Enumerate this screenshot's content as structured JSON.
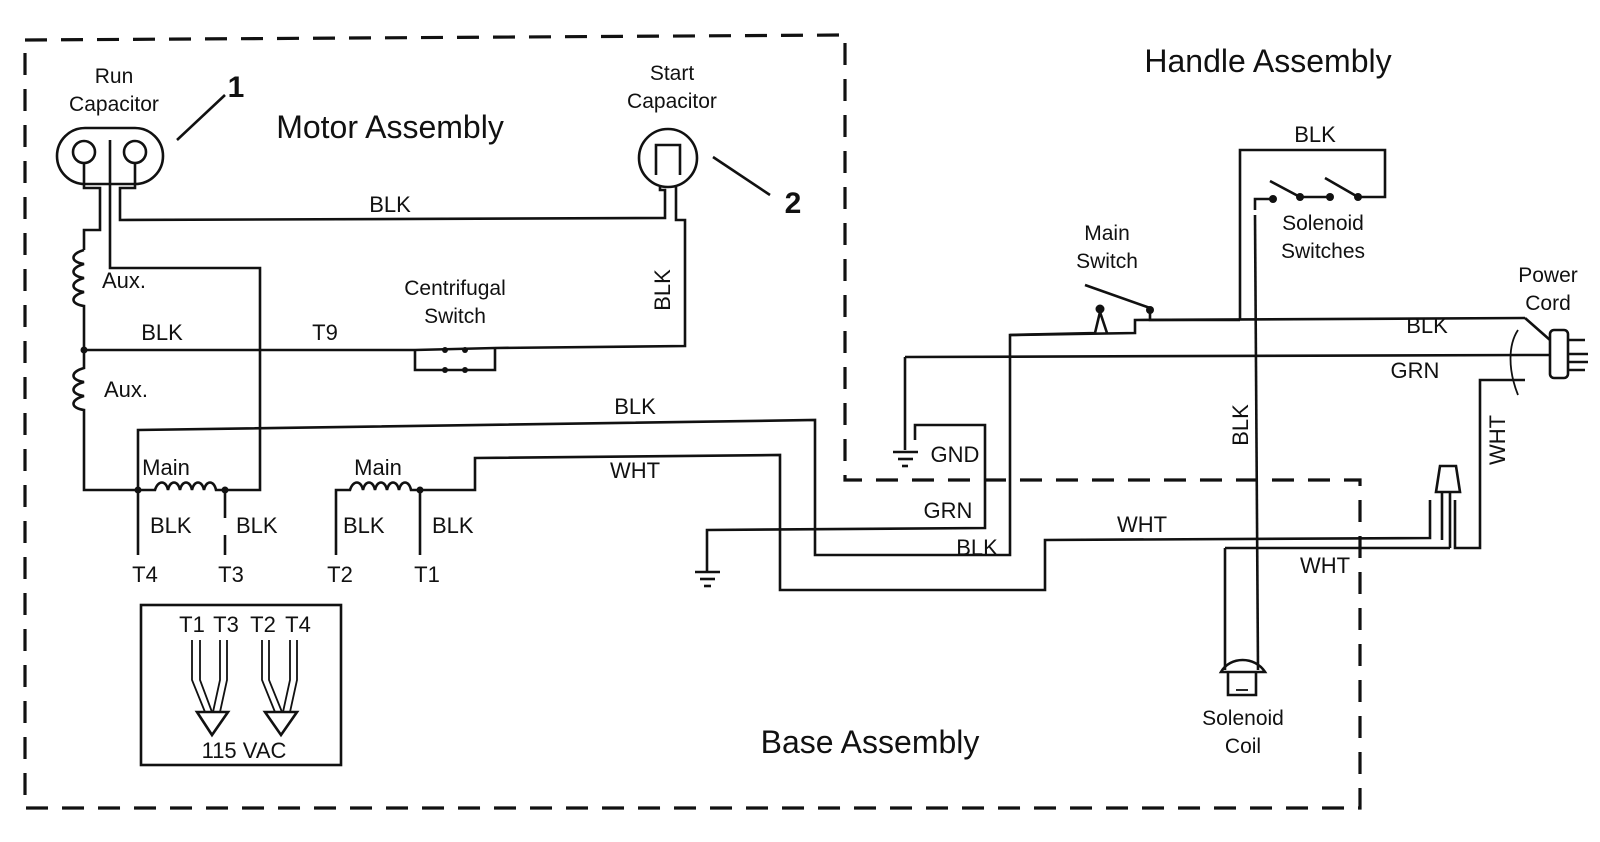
{
  "diagram": {
    "type": "electrical wiring schematic",
    "assemblies": {
      "motor": "Motor Assembly",
      "handle": "Handle Assembly",
      "base": "Base Assembly"
    },
    "components": {
      "run_capacitor": {
        "line1": "Run",
        "line2": "Capacitor",
        "callout": "1"
      },
      "start_capacitor": {
        "line1": "Start",
        "line2": "Capacitor",
        "callout": "2"
      },
      "centrifugal_switch": {
        "line1": "Centrifugal",
        "line2": "Switch"
      },
      "aux_winding_top": "Aux.",
      "aux_winding_bottom": "Aux.",
      "main_winding_left": "Main",
      "main_winding_right": "Main",
      "main_switch": {
        "line1": "Main",
        "line2": "Switch"
      },
      "solenoid_switches": {
        "line1": "Solenoid",
        "line2": "Switches"
      },
      "power_cord": {
        "line1": "Power",
        "line2": "Cord"
      },
      "solenoid_coil": {
        "line1": "Solenoid",
        "line2": "Coil"
      },
      "ground": "GND"
    },
    "wire_labels": {
      "cap_to_start": "BLK",
      "start_vertical": "BLK",
      "aux_tap": "BLK",
      "t9": "T9",
      "main_to_handle": "BLK",
      "main_wht": "WHT",
      "grn_base": "GRN",
      "blk_base": "BLK",
      "wht_base": "WHT",
      "wht_base2": "WHT",
      "handle_solenoid_top": "BLK",
      "handle_power_blk": "BLK",
      "handle_power_grn": "GRN",
      "handle_wht_vertical": "WHT",
      "solenoid_blk_vertical": "BLK",
      "t4_lead": "BLK",
      "t3_lead": "BLK",
      "t2_lead": "BLK",
      "t1_lead": "BLK"
    },
    "terminals": [
      "T4",
      "T3",
      "T2",
      "T1"
    ],
    "voltage_box": {
      "terminals": [
        "T1",
        "T3",
        "T2",
        "T4"
      ],
      "voltage": "115 VAC"
    }
  }
}
